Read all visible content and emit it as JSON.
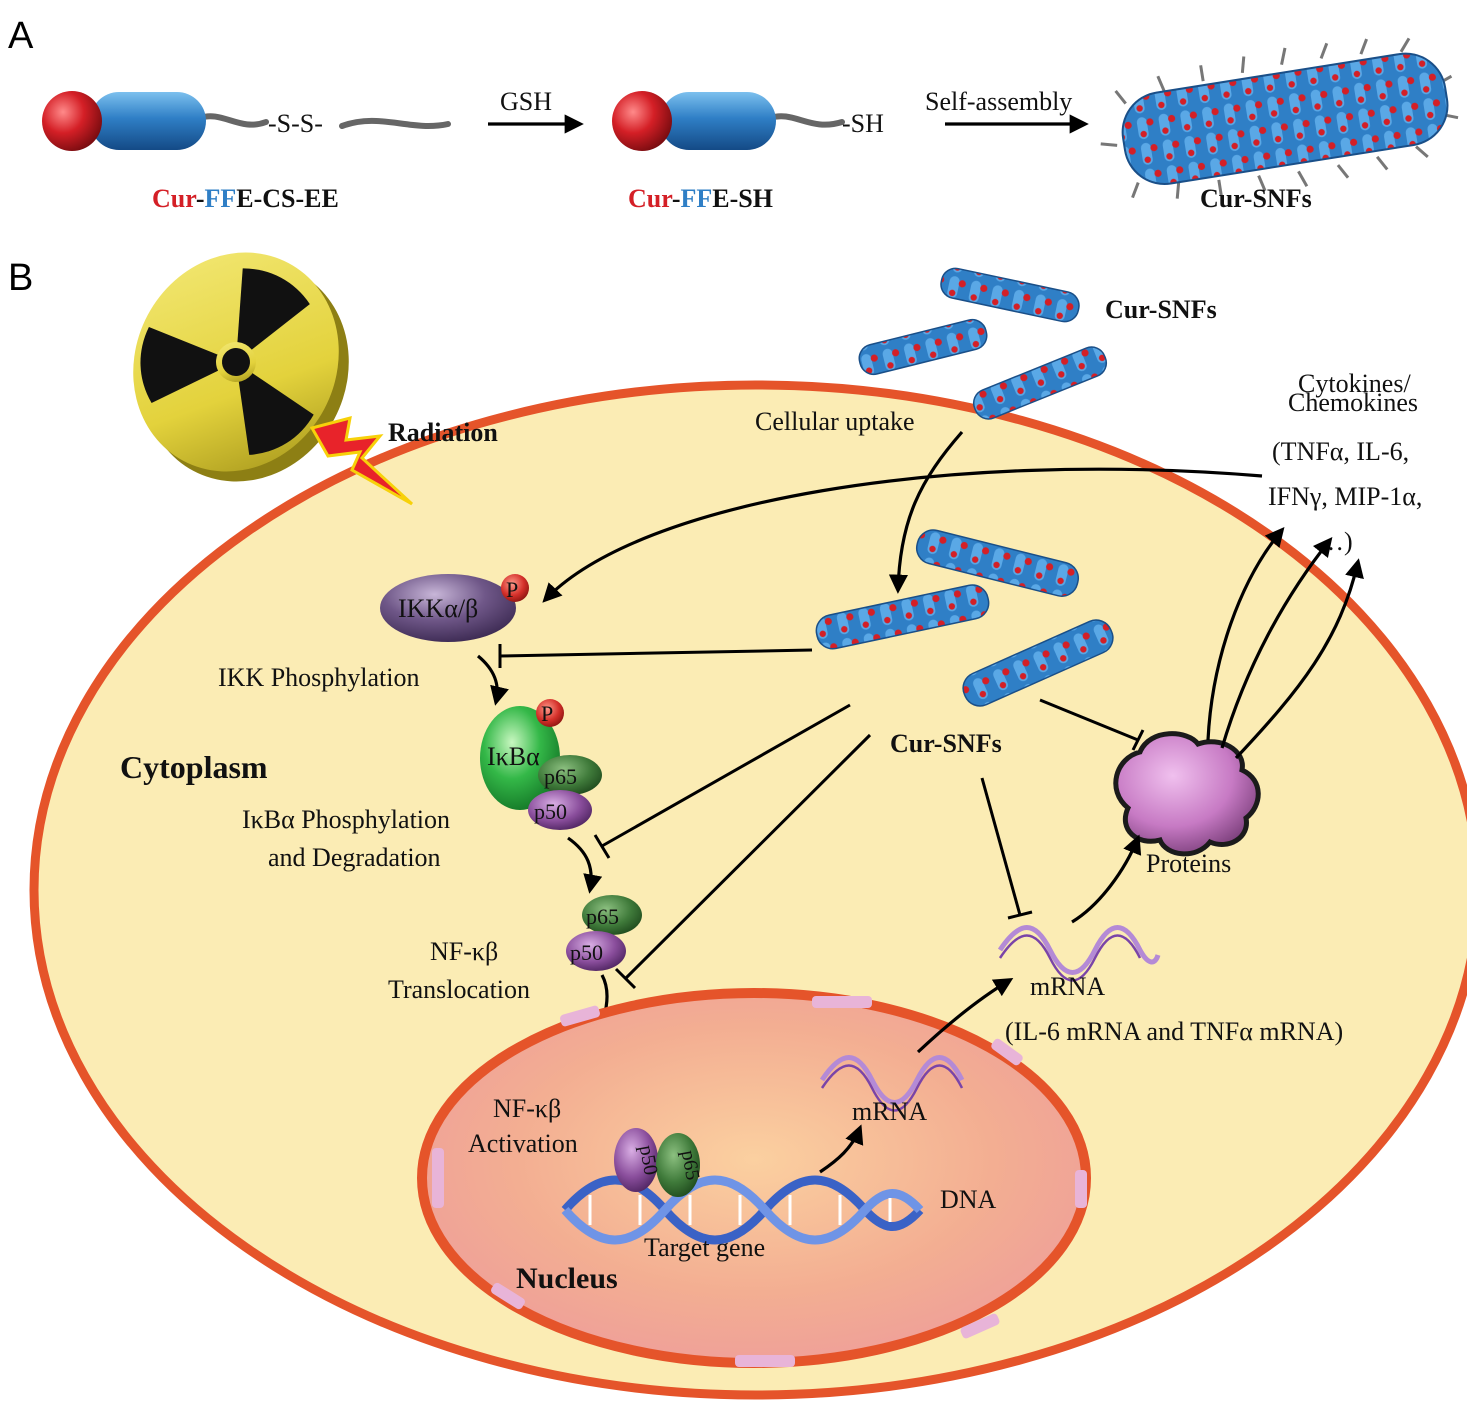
{
  "panels": {
    "a": "A",
    "b": "B"
  },
  "panel_a": {
    "molecule1": {
      "linker_label": "-S-S-",
      "name_cur": "Cur",
      "name_dash1": "-",
      "name_ff": "FF",
      "name_rest": "E-CS-EE"
    },
    "step1_label": "GSH",
    "molecule2": {
      "end_label": "-SH",
      "name_cur": "Cur",
      "name_dash1": "-",
      "name_ff": "FF",
      "name_rest": "E-SH"
    },
    "step2_label": "Self-assembly",
    "product_name": "Cur-SNFs"
  },
  "panel_b": {
    "radiation_label": "Radiation",
    "cur_snfs_top": "Cur-SNFs",
    "cellular_uptake": "Cellular uptake",
    "cytokines_lines": [
      "Cytokines/",
      "Chemokines",
      "(TNFα, IL-6,",
      "IFNγ, MIP-1α,",
      "…)"
    ],
    "ikk_label": "IKKα/β",
    "phospho_mark": "P",
    "ikk_phosphorylation": "IKK Phosphylation",
    "ikba_label": "IκBα",
    "p65": "p65",
    "p50": "p50",
    "cytoplasm": "Cytoplasm",
    "ikba_step_lines": [
      "IκBα Phosphylation",
      "and Degradation"
    ],
    "cur_snfs_mid": "Cur-SNFs",
    "proteins": "Proteins",
    "nfkb_transloc_lines": [
      "NF-κβ",
      "Translocation"
    ],
    "mrna_cyto": "mRNA",
    "mrna_detail": "(IL-6 mRNA and TNFα mRNA)",
    "nfkb_activation_lines": [
      "NF-κβ",
      "Activation"
    ],
    "mrna_nucleus": "mRNA",
    "dna": "DNA",
    "target_gene": "Target gene",
    "nucleus": "Nucleus"
  },
  "colors": {
    "cell_fill": "#fbecb4",
    "membrane": "#e5542a",
    "nucleus_fill": "#f0a48c",
    "pore": "#e8b4d8",
    "head_red": "#d41f26",
    "body_blue": "#2f7fc6",
    "ikk_purple": "#5e4677",
    "green": "#2aa843",
    "p65_green": "#3f7a3a",
    "p50_purple": "#8a4e9c",
    "protein_pink": "#c77ac4",
    "dna_blue": "#3a62c6",
    "bolt": "#e8232a",
    "radiation_yellow": "#e3d23c"
  }
}
